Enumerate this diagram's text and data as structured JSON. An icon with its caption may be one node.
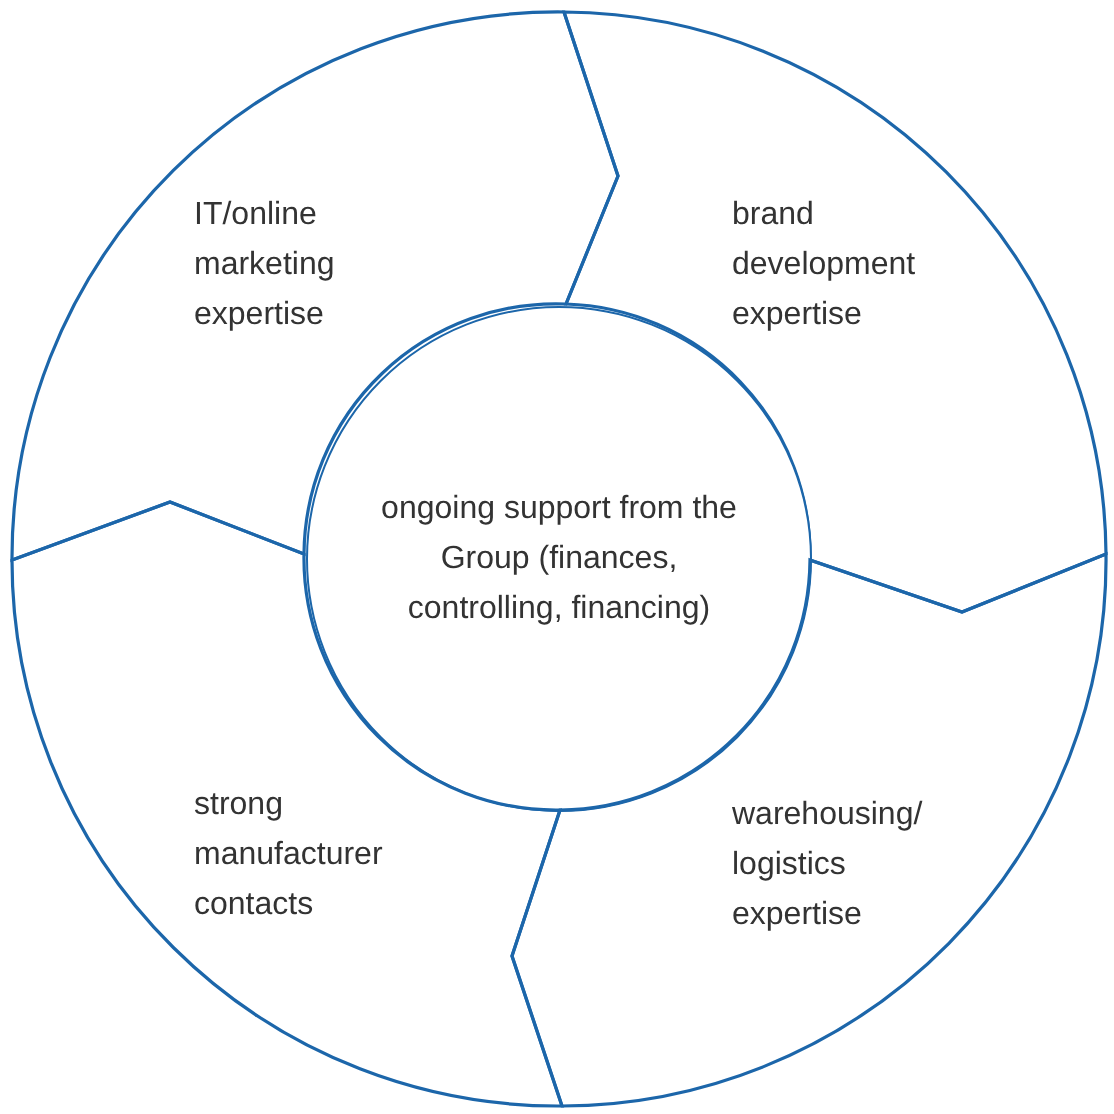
{
  "diagram": {
    "nodes": [
      {
        "text": [
          "IT/online marketing expertise"
        ]
      },
      {
        "text": [
          "brand development expertise"
        ]
      },
      {
        "text": [
          "ongoing support from the Group (finances, controlling, financing)"
        ]
      },
      {
        "text": [
          "strong manufacturer contacts"
        ]
      },
      {
        "text": [
          "warehousing/ logistics expertise"
        ]
      }
    ]
  }
}
